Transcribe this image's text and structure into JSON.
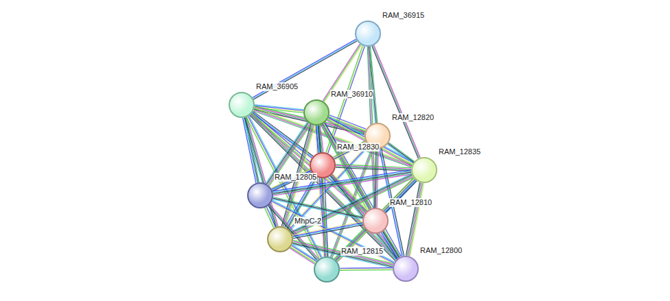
{
  "diagram": {
    "nodes": [
      {
        "text": [
          "RAM_36915"
        ]
      },
      {
        "text": [
          "RAM_36905"
        ]
      },
      {
        "text": [
          "RAM_36910"
        ]
      },
      {
        "text": [
          "RAM_12820"
        ]
      },
      {
        "text": [
          "RAM_12830"
        ]
      },
      {
        "text": [
          "RAM_12835"
        ]
      },
      {
        "text": [
          "RAM_12805"
        ]
      },
      {
        "text": [
          "RAM_12810"
        ]
      },
      {
        "text": [
          "MhpC-2"
        ]
      },
      {
        "text": [
          "RAM_12815"
        ]
      },
      {
        "text": [
          "RAM_12800"
        ]
      }
    ],
    "edges": [
      {
        "from": 0,
        "to": 1,
        "arrow": "none"
      },
      {
        "from": 0,
        "to": 2,
        "arrow": "none"
      },
      {
        "from": 0,
        "to": 3,
        "arrow": "none"
      },
      {
        "from": 0,
        "to": 4,
        "arrow": "none"
      },
      {
        "from": 0,
        "to": 5,
        "arrow": "none"
      },
      {
        "from": 0,
        "to": 7,
        "arrow": "none"
      },
      {
        "from": 1,
        "to": 2,
        "arrow": "none"
      },
      {
        "from": 1,
        "to": 3,
        "arrow": "none"
      },
      {
        "from": 1,
        "to": 4,
        "arrow": "none"
      },
      {
        "from": 1,
        "to": 5,
        "arrow": "none"
      },
      {
        "from": 1,
        "to": 6,
        "arrow": "none"
      },
      {
        "from": 1,
        "to": 7,
        "arrow": "none"
      },
      {
        "from": 1,
        "to": 8,
        "arrow": "none"
      },
      {
        "from": 1,
        "to": 9,
        "arrow": "none"
      },
      {
        "from": 1,
        "to": 10,
        "arrow": "none"
      },
      {
        "from": 2,
        "to": 3,
        "arrow": "none"
      },
      {
        "from": 2,
        "to": 4,
        "arrow": "none"
      },
      {
        "from": 2,
        "to": 5,
        "arrow": "none"
      },
      {
        "from": 2,
        "to": 6,
        "arrow": "none"
      },
      {
        "from": 2,
        "to": 7,
        "arrow": "none"
      },
      {
        "from": 2,
        "to": 8,
        "arrow": "none"
      },
      {
        "from": 2,
        "to": 9,
        "arrow": "none"
      },
      {
        "from": 2,
        "to": 10,
        "arrow": "none"
      },
      {
        "from": 3,
        "to": 4,
        "arrow": "none"
      },
      {
        "from": 3,
        "to": 5,
        "arrow": "none"
      },
      {
        "from": 3,
        "to": 6,
        "arrow": "none"
      },
      {
        "from": 3,
        "to": 7,
        "arrow": "none"
      },
      {
        "from": 3,
        "to": 8,
        "arrow": "none"
      },
      {
        "from": 3,
        "to": 9,
        "arrow": "none"
      },
      {
        "from": 3,
        "to": 10,
        "arrow": "none"
      },
      {
        "from": 4,
        "to": 5,
        "arrow": "none"
      },
      {
        "from": 4,
        "to": 6,
        "arrow": "none"
      },
      {
        "from": 4,
        "to": 7,
        "arrow": "none"
      },
      {
        "from": 4,
        "to": 8,
        "arrow": "none"
      },
      {
        "from": 4,
        "to": 9,
        "arrow": "none"
      },
      {
        "from": 4,
        "to": 10,
        "arrow": "none"
      },
      {
        "from": 5,
        "to": 6,
        "arrow": "none"
      },
      {
        "from": 5,
        "to": 7,
        "arrow": "none"
      },
      {
        "from": 5,
        "to": 8,
        "arrow": "none"
      },
      {
        "from": 5,
        "to": 9,
        "arrow": "none"
      },
      {
        "from": 5,
        "to": 10,
        "arrow": "none"
      },
      {
        "from": 6,
        "to": 7,
        "arrow": "none"
      },
      {
        "from": 6,
        "to": 8,
        "arrow": "none"
      },
      {
        "from": 6,
        "to": 9,
        "arrow": "none"
      },
      {
        "from": 6,
        "to": 10,
        "arrow": "none"
      },
      {
        "from": 7,
        "to": 8,
        "arrow": "none"
      },
      {
        "from": 7,
        "to": 9,
        "arrow": "none"
      },
      {
        "from": 7,
        "to": 10,
        "arrow": "none"
      },
      {
        "from": 8,
        "to": 9,
        "arrow": "none"
      },
      {
        "from": 8,
        "to": 10,
        "arrow": "none"
      },
      {
        "from": 9,
        "to": 10,
        "arrow": "none"
      }
    ]
  }
}
